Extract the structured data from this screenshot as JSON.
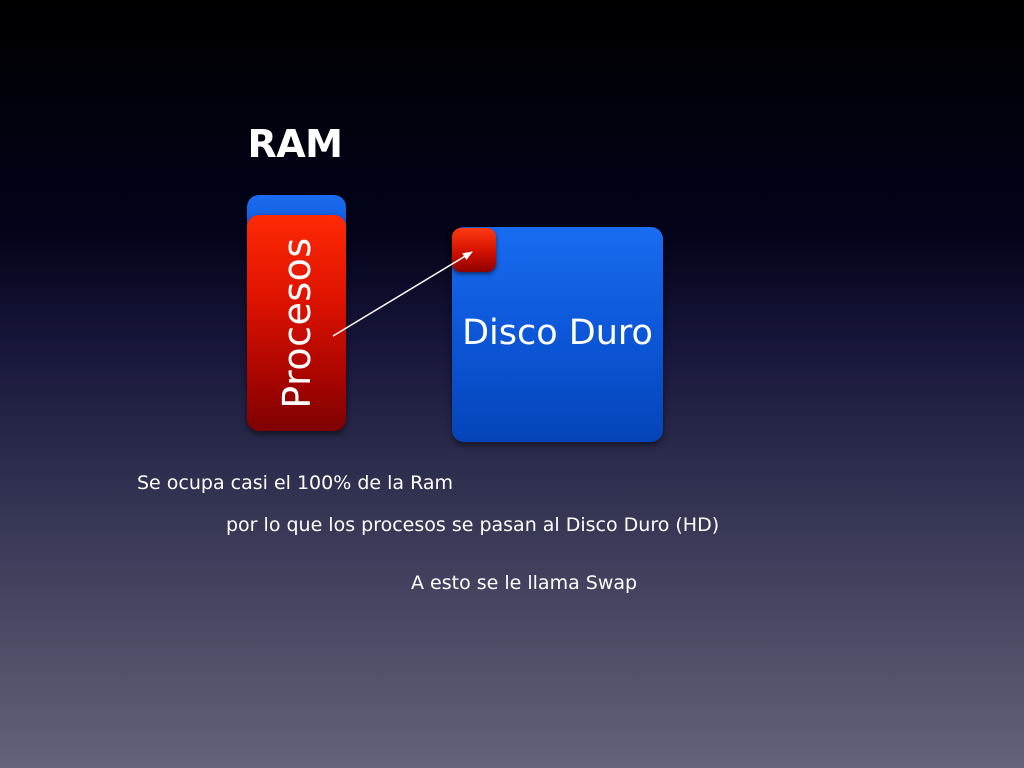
{
  "diagram": {
    "ram_title": "RAM",
    "process_label": "Procesos",
    "disk_label": "Disco Duro",
    "colors": {
      "ram_used": "#cc1100",
      "ram_free": "#0b5ce0",
      "disk": "#0b5ce0",
      "swap_chip": "#cc1100",
      "arrow": "#ffffff"
    }
  },
  "captions": {
    "line1": "Se ocupa casi el 100% de la Ram",
    "line2": "por lo que los procesos se pasan al Disco Duro (HD)",
    "line3": "A esto se le llama Swap"
  }
}
